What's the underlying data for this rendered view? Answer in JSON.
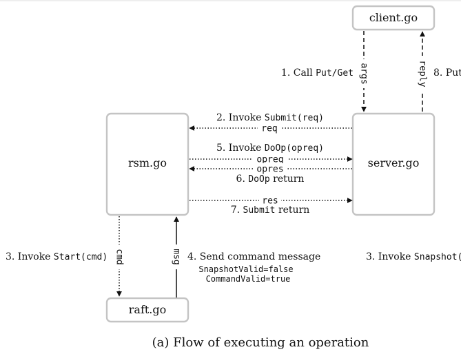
{
  "nodes": {
    "client": "client.go",
    "server": "server.go",
    "rsm": "rsm.go",
    "raft": "raft.go"
  },
  "edges": {
    "args": "args",
    "reply": "reply",
    "req": "req",
    "opreq": "opreq",
    "opres": "opres",
    "res": "res",
    "cmd": "cmd",
    "msg": "msg"
  },
  "steps": {
    "step1_text": "1. Call ",
    "step1_code": "Put/Get",
    "step8_text": "8. Put",
    "step2_text": "2. Invoke ",
    "step2_code": "Submit(req)",
    "step5_text": "5. Invoke ",
    "step5_code": "DoOp(opreq)",
    "step6_code": "DoOp",
    "step6_text": " return",
    "step7_text": "7. ",
    "step7_code": "Submit",
    "step7_text2": " return",
    "step3_text": "3. Invoke ",
    "step3_code": "Start(cmd)",
    "step4_text": "4. Send command message",
    "step4_flag1": "SnapshotValid=false",
    "step4_flag2": "CommandValid=true",
    "step3b_text": "3. Invoke ",
    "step3b_code": "Snapshot("
  },
  "caption": "(a) Flow of executing an operation"
}
